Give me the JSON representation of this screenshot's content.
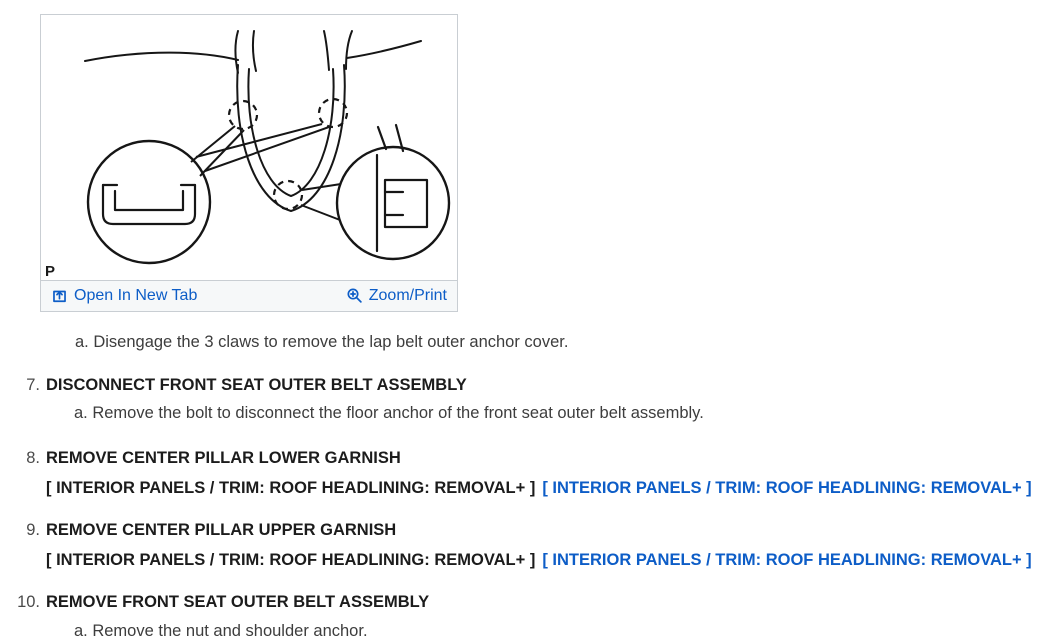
{
  "figure": {
    "label": "P",
    "toolbar": {
      "open_in_new_tab": "Open In New Tab",
      "zoom_print": "Zoom/Print"
    }
  },
  "intro_substep": "a. Disengage the 3 claws to remove the lap belt outer anchor cover.",
  "steps": [
    {
      "num": "7.",
      "title": "DISCONNECT FRONT SEAT OUTER BELT ASSEMBLY",
      "substep": "a. Remove the bolt to disconnect the floor anchor of the front seat outer belt assembly."
    },
    {
      "num": "8.",
      "title": "REMOVE CENTER PILLAR LOWER GARNISH",
      "ref_plain": "[ INTERIOR PANELS / TRIM: ROOF HEADLINING: REMOVAL+ ]",
      "ref_link": "[ INTERIOR PANELS / TRIM: ROOF HEADLINING: REMOVAL+ ]"
    },
    {
      "num": "9.",
      "title": "REMOVE CENTER PILLAR UPPER GARNISH",
      "ref_plain": "[ INTERIOR PANELS / TRIM: ROOF HEADLINING: REMOVAL+ ]",
      "ref_link": "[ INTERIOR PANELS / TRIM: ROOF HEADLINING: REMOVAL+ ]"
    },
    {
      "num": "10.",
      "title": "REMOVE FRONT SEAT OUTER BELT ASSEMBLY",
      "substep": "a. Remove the nut and shoulder anchor."
    }
  ],
  "colors": {
    "link_blue": "#0d5dc7",
    "heading_text": "#1c1c1c",
    "body_text": "#3d3d3d",
    "toolbar_bg": "#f6f8f9",
    "border": "#c9ced3",
    "diagram_stroke": "#161616"
  }
}
